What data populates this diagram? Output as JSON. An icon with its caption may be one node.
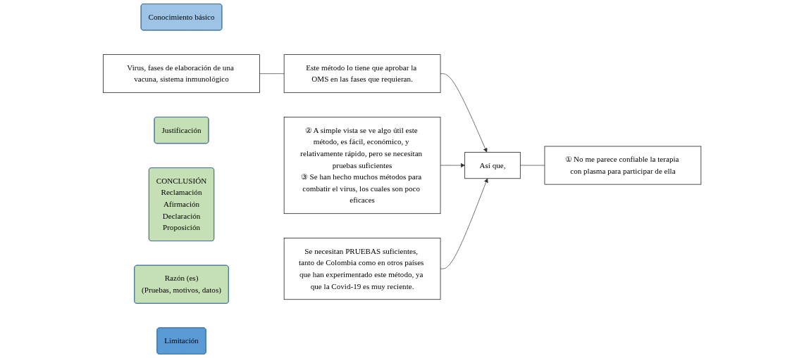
{
  "diagram": {
    "nodes": [
      {
        "text": [
          "Conocimiento básico"
        ]
      },
      {
        "text": [
          "Virus, fases de elaboración de una vacuna, sistema inmunológico"
        ]
      },
      {
        "text": [
          "Justificación"
        ]
      },
      {
        "text": [
          "Este método lo tiene que aprobar la OMS en las fases que requieran."
        ]
      },
      {
        "text": [
          "② A simple vista se ve algo útil este método, es fácil, económico, y relativamente rápido, pero se necesitan pruebas suficientes",
          "③ Se han hecho muchos métodos para combatir el virus, los cuales son poco eficaces"
        ]
      },
      {
        "text": [
          "Así que,"
        ]
      },
      {
        "text": [
          "① No me parece confiable la terapia con plasma para participar de ella"
        ]
      },
      {
        "text": [
          "Se necesitan PRUEBAS suficientes, tanto de Colombia como en otros países que han experimentado este método, ya que la Covid-19 es muy reciente."
        ]
      },
      {
        "text": [
          "CONCLUSIÓN",
          "Reclamación",
          "Afirmación",
          "Declaración",
          "Proposición"
        ]
      },
      {
        "text": [
          "Razón (es)",
          "(Pruebas, motivos, datos)"
        ]
      },
      {
        "text": [
          "Limitación"
        ]
      }
    ],
    "edges": [
      {
        "from": 1,
        "to": 3,
        "arrow": "none"
      },
      {
        "from": 3,
        "to": 5,
        "arrow": "to"
      },
      {
        "from": 4,
        "to": 5,
        "arrow": "to"
      },
      {
        "from": 5,
        "to": 6,
        "arrow": "none"
      },
      {
        "from": 7,
        "to": 5,
        "arrow": "to"
      }
    ]
  }
}
